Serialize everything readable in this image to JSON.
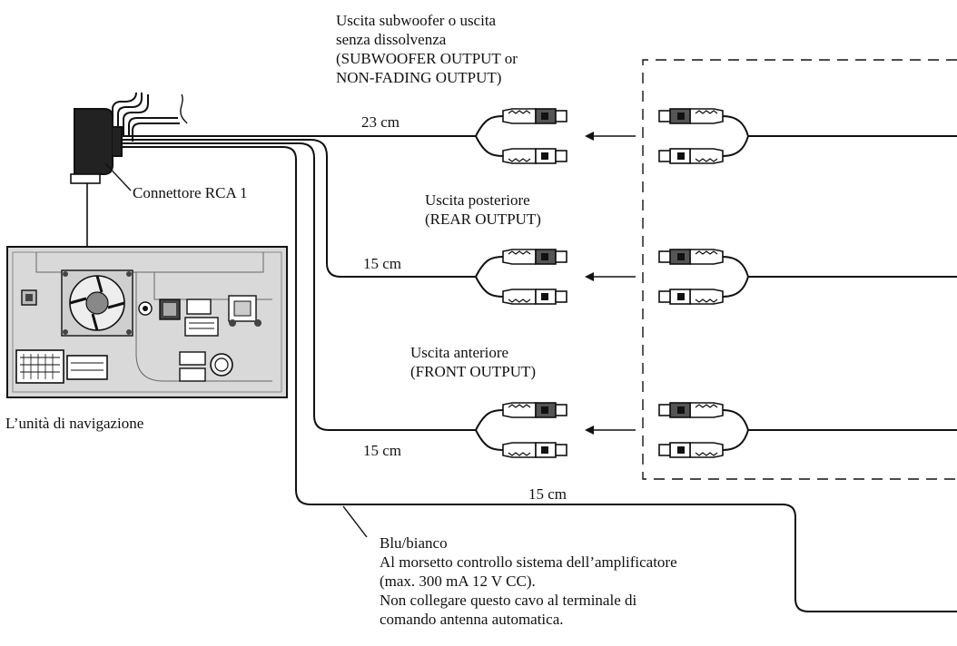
{
  "labels": {
    "subwoofer_lines": [
      "Uscita subwoofer o uscita",
      "senza dissolvenza",
      "(SUBWOOFER OUTPUT or",
      "NON-FADING OUTPUT)"
    ],
    "rear_lines": [
      "Uscita posteriore",
      "(REAR OUTPUT)"
    ],
    "front_lines": [
      "Uscita anteriore",
      "(FRONT OUTPUT)"
    ],
    "len_sub": "23 cm",
    "len_rear": "15 cm",
    "len_front": "15 cm",
    "len_blue": "15 cm",
    "rca_connector": "Connettore RCA 1",
    "nav_unit": "L’unità di navigazione",
    "blue_lines": [
      "Blu/bianco",
      "Al morsetto controllo sistema dell’amplificatore",
      "(max. 300 mA 12 V CC).",
      "Non collegare questo cavo al terminale di",
      "comando antenna automatica."
    ]
  },
  "colors": {
    "line": "#111111",
    "plug_dark": "#555555",
    "panel": "#d9d9d9"
  }
}
